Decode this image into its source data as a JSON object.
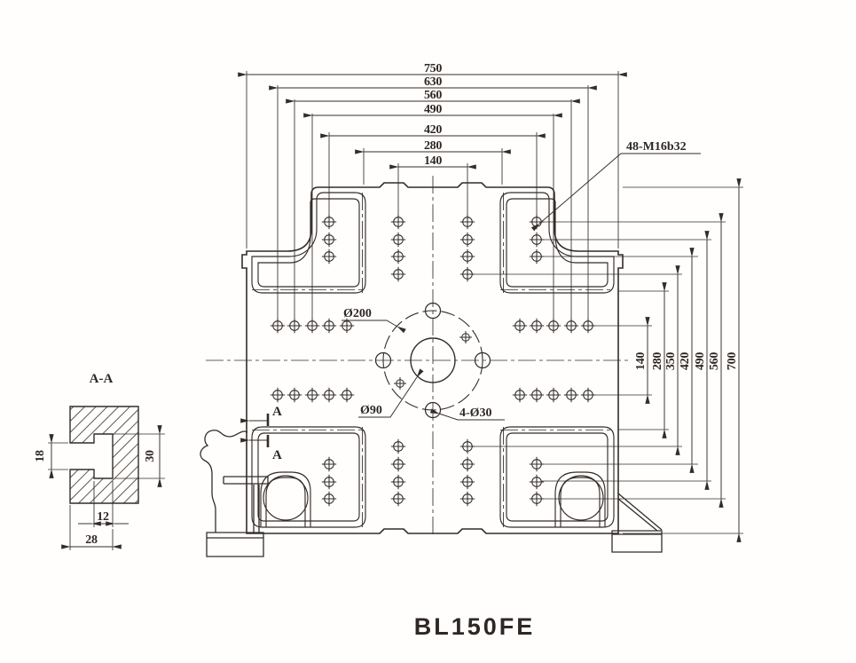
{
  "drawing": {
    "model": "BL150FE",
    "model_color": "#e60012",
    "ink_color": "#332c28",
    "top_dims": [
      "750",
      "630",
      "560",
      "490",
      "420",
      "280",
      "140"
    ],
    "right_dims": [
      "140",
      "280",
      "350",
      "420",
      "490",
      "560",
      "700"
    ],
    "callouts": {
      "thread": "48-M16b32",
      "bolt_circle": "Ø200",
      "center_hole": "Ø90",
      "corner_holes": "4-Ø30"
    },
    "section_letter": "A",
    "section": {
      "title": "A-A",
      "slot_width": "18",
      "groove_width": "30",
      "groove_depth": "12",
      "total_depth": "28"
    }
  }
}
